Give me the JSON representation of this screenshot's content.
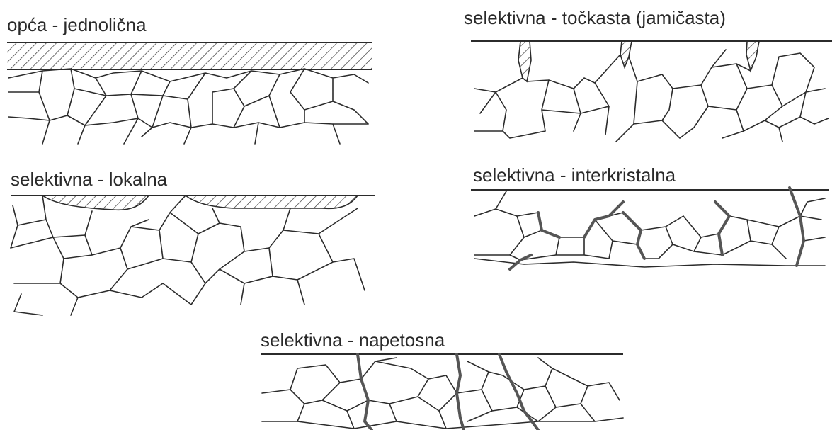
{
  "panels": {
    "uniform": {
      "title": "opća - jednolična"
    },
    "pitting": {
      "title": "selektivna - točkasta (jamičasta)"
    },
    "local": {
      "title": "selektivna - lokalna"
    },
    "intergranular": {
      "title": "selektivna - interkristalna"
    },
    "stress": {
      "title": "selektivna - napetosna"
    }
  },
  "colors": {
    "line": "#2b2b2b",
    "attack": "#555555",
    "background": "#ffffff"
  }
}
